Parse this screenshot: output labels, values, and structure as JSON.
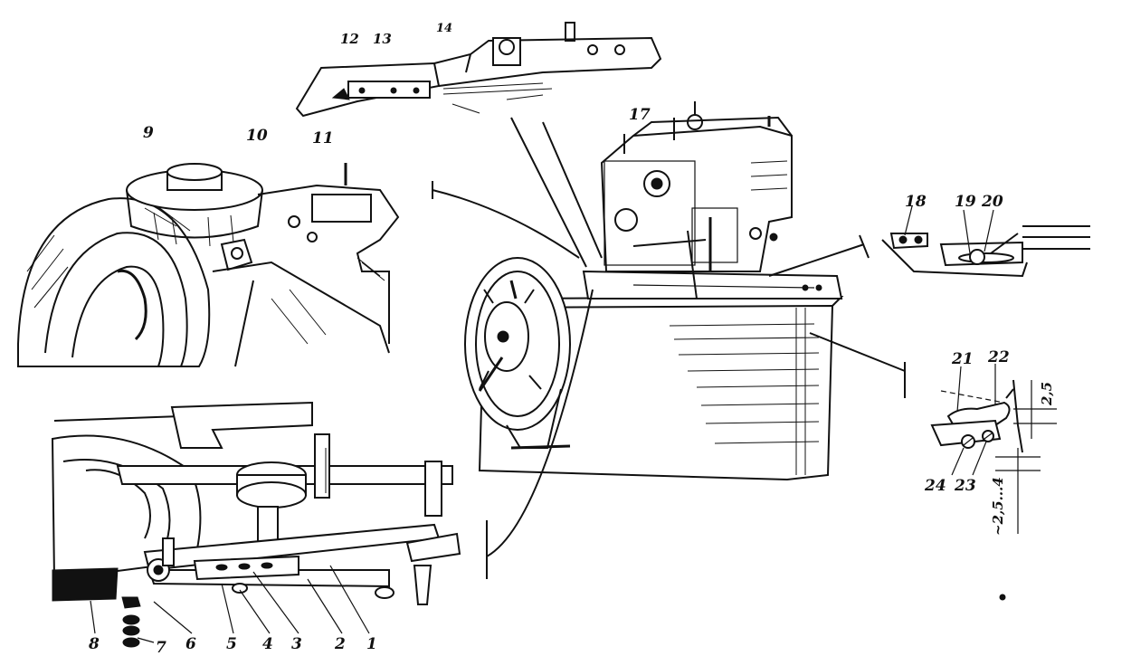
{
  "labels": {
    "l1": "1",
    "l2": "2",
    "l3": "3",
    "l4": "4",
    "l5": "5",
    "l6": "6",
    "l7": "7",
    "l8": "8",
    "l9": "9",
    "l10": "10",
    "l11": "11",
    "l12": "12",
    "l13": "13",
    "l14": "14",
    "l17": "17",
    "l18": "18",
    "l19": "19",
    "l20": "20",
    "l21": "21",
    "l22": "22",
    "l23": "23",
    "l24": "24"
  },
  "dimensions": {
    "gap": "2,5",
    "range": "~2,5...4"
  }
}
